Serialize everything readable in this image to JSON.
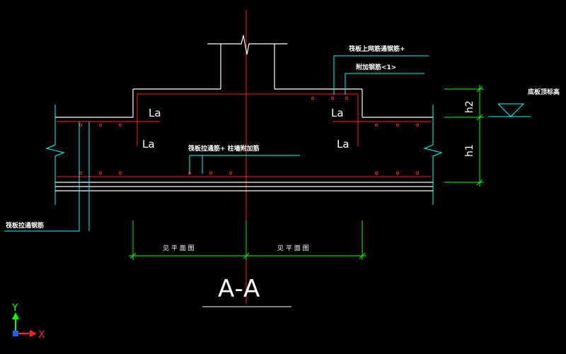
{
  "drawing": {
    "section_title": "A-A",
    "anchorage_label": "La",
    "labels": {
      "top_through_rebar": "筏板上网筋通钢筋+",
      "top_additional_rebar": "附加钢筋<1>",
      "bottom_through_rebar": "筏板拉通筋+ 柱墙附加筋",
      "mat_through_rebar": "筏板拉通钢筋",
      "slab_bottom_elevation": "底板顶标高"
    },
    "dimensions": {
      "left_span": "见 平 面 图",
      "right_span": "见 平 面 图",
      "h2": "h2",
      "h1": "h1"
    },
    "ucs": {
      "x_axis": "X",
      "y_axis": "Y"
    }
  },
  "colors": {
    "background": "#000000",
    "concrete_outline": "#ffffff",
    "rebar": "#ff2020",
    "leader": "#00ffff",
    "dimension": "#00ff00",
    "centerline": "#ff0000",
    "ucs_x": "#ff2020",
    "ucs_y": "#00ff00",
    "ucs_z": "#2060ff"
  }
}
